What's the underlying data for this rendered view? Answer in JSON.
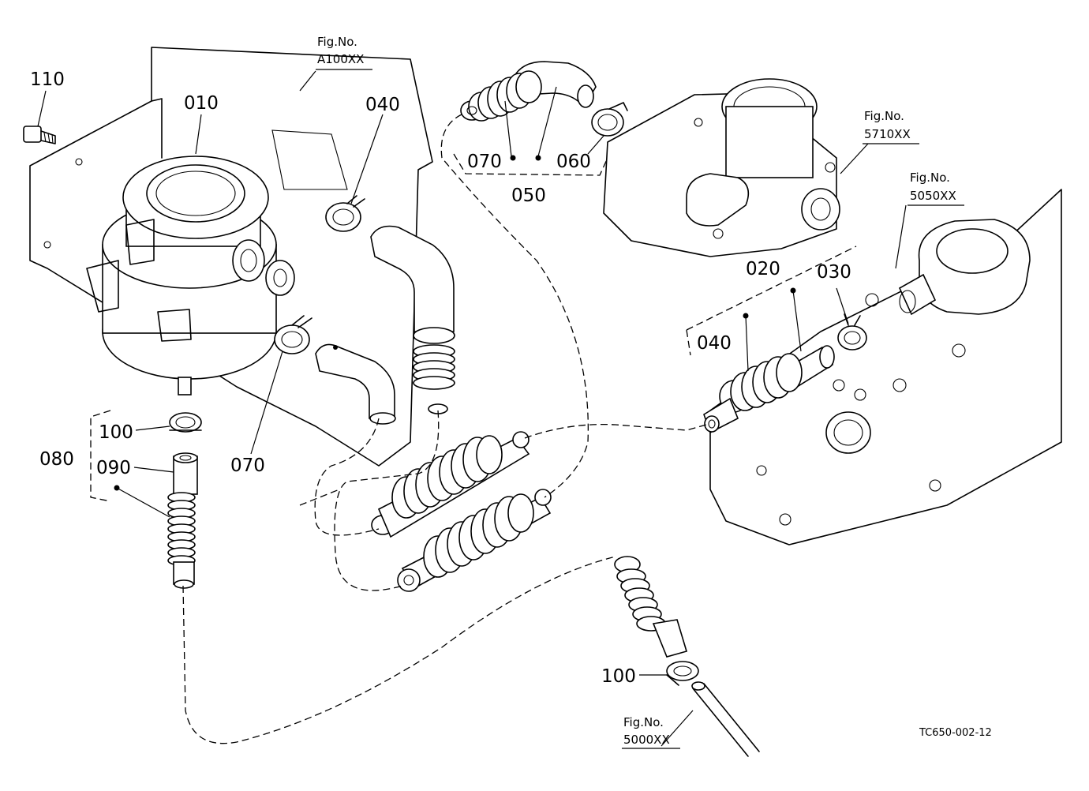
{
  "diagram": {
    "part_labels": {
      "p110": "110",
      "p010": "010",
      "p040a": "040",
      "p070a": "070",
      "p060": "060",
      "p050": "050",
      "p020": "020",
      "p030": "030",
      "p040b": "040",
      "p100a": "100",
      "p080": "080",
      "p090": "090",
      "p070b": "070",
      "p100b": "100"
    },
    "fig_refs": {
      "a100": {
        "line1": "Fig.No.",
        "line2": "A100XX"
      },
      "f5710": {
        "line1": "Fig.No.",
        "line2": "5710XX"
      },
      "f5050": {
        "line1": "Fig.No.",
        "line2": "5050XX"
      },
      "f5000": {
        "line1": "Fig.No.",
        "line2": "5000XX"
      }
    },
    "drawing_code": "TC650-002-12"
  }
}
